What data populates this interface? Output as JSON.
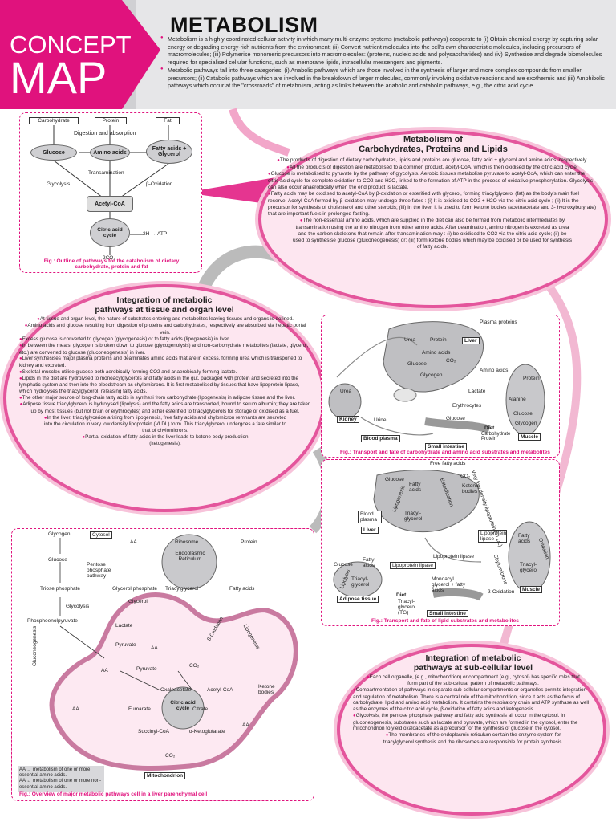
{
  "header": {
    "tag_line1": "CONCEPT",
    "tag_line2": "MAP",
    "title": "METABOLISM",
    "intro": [
      "Metabolism is a highly coordinated cellular activity in which many multi-enzyme systems (metabolic pathways) cooperate to (i) Obtain chemical energy by capturing solar energy or degrading energy-rich nutrients from the environment; (ii) Convert nutrient molecules into the cell's own characteristic molecules, including precursors of macromolecules; (iii) Polymerise monomeric precursors into macromolecules: (proteins, nucleic acids and polysaccharides) and (iv) Synthesise and degrade biomolecules required for specialised cellular functions, such as membrane lipids, intracellular messengers and pigments.",
      "Metabolic pathways fall into three categories: (i) Anabolic pathways which are those involved in the synthesis of larger and more complex compounds from smaller precursors; (ii) Catabolic pathways which are involved in the breakdown of larger molecules, commonly involving oxidative reactions and are exothermic and (iii) Amphibolic pathways which occur at the \"crossroads\" of metabolism, acting as links between the anabolic and catabolic pathways, e.g., the citric acid cycle."
    ]
  },
  "diagram1": {
    "top_boxes": [
      "Carbohydrate",
      "Protein",
      "Fat"
    ],
    "digestion": "Digestion and absorption",
    "nodes": [
      "Glucose",
      "Amino acids",
      "Fatty acids + Glycerol"
    ],
    "transamination": "Transamination",
    "glycolysis": "Glycolysis",
    "beta_ox": "β-Oxidation",
    "acetyl": "Acetyl-CoA",
    "cycle": "Citric acid cycle",
    "products": "2H → ATP",
    "co2": "2CO₂",
    "caption": "Fig.: Outline of pathways for the catabolism of dietary carbohydrate, protein and fat"
  },
  "bubble_carb": {
    "title1": "Metabolism of",
    "title2": "Carbohydrates, Proteins and Lipids",
    "points": [
      "The products of digestion of dietary carbohydrates, lipids and proteins are glucose, fatty acid + glycerol and amino acids, respectively.",
      "All the products of digestion are metabolised to a common product, acetyl-CoA, which is then oxidised by the citric acid cycle.",
      "Glucose is metabolised to pyruvate by the pathway of glycolysis. Aerobic tissues metabolise pyruvate to acetyl-CoA, which can enter the citric acid cycle for complete oxidation to CO2 and H2O, linked to the formation of ATP in the process of oxidative phosphorylation. Glycolysis can also occur anaerobically when the end product is lactate.",
      "Fatty acids may be oxidised to acetyl-CoA by β-oxidation or esterified with glycerol, forming triacylglycerol (fat) as the body's main fuel reserve. Acetyl-CoA formed by β-oxidation may undergo three fates : (i) It is oxidised to CO2 + H2O via the citric acid cycle ; (ii) It is the precursor for synthesis of cholesterol and other steroids; (iii) In the liver, it is used to form ketone bodies (acetoacetate and 3- hydroxybutyrate) that are important fuels in prolonged fasting.",
      "The non-essential amino acids, which are supplied in the diet can also be formed from metabolic intermediates by transamination using the amino nitrogen from other amino acids. After deamination, amino nitrogen is excreted as urea and the carbon skeletons that remain after transamination may : (i) be oxidised to CO2 via the citric acid cycle; (ii) be used to synthesise glucose (gluconeogenesis) or; (iii) form ketone bodies which may be oxidised or be used for synthesis of fatty acids."
    ]
  },
  "bubble_tissue": {
    "title1": "Integration of metabolic",
    "title2": "pathways at tissue and organ level",
    "points": [
      "At tissue and organ level, the nature of substrates entering and metabolites leaving tissues and organs is defined.",
      "Amino acids and glucose resulting from digestion of proteins and carbohydrates, respectively are absorbed via hepatic portal vein.",
      "Excess glucose is converted to glycogen (glycogenesis) or to fatty acids (lipogenesis) in liver.",
      "In between the meals, glycogen is broken down to glucose (glycogenolysis) and non-carbohydrate metabolites (lactate, glycerol, etc.) are converted to glucose (gluconeogenesis) in liver.",
      "Liver synthesises major plasma proteins and deaminates amino acids that are in excess, forming urea which is transported to kidney and excreted.",
      "Skeletal muscles utilise glucose both aerobically forming CO2 and anaerobically forming lactate.",
      "Lipids in the diet are hydrolysed to monoacylglycerols and fatty acids in the gut, packaged with protein and secreted into the lymphatic system and then into the bloodstream as chylomicrons. It is first metabolised by tissues that have lipoprotein lipase, which hydrolyses the triacylglycerol, releasing fatty acids.",
      "The other major source of long-chain fatty acids is synthesi from carbohydrate (lipogenesis) in adipose tissue and the liver.",
      "Adipose tissue triacylglycerol is hydrolysed (lipolysis) and the fatty acids are transported, bound to serum albumin; they are taken up by most tissues (but not brain or erythrocytes) and either esterified to triacylglycerols for storage or oxidised as a fuel.",
      "In the liver, triacylglyceride arising from lipogenesis, free fatty acids and chylomicron remnants are secreted into the circulation in very low density lipoprotein (VLDL) form. This triacylglycerol undergoes a fate similar to that of chylomicrons.",
      "Partial oxidation of fatty acids in the liver leads to ketone body production (ketogenesis)."
    ]
  },
  "diagram2": {
    "labels": {
      "plasma_proteins": "Plasma proteins",
      "liver": "Liver",
      "protein": "Protein",
      "urea": "Urea",
      "amino_acids": "Amino acids",
      "glucose": "Glucose",
      "co2": "CO₂",
      "glycogen": "Glycogen",
      "kidney": "Kidney",
      "urine": "Urine",
      "lactate": "Lactate",
      "erythrocytes": "Erythrocytes",
      "alanine": "Alanine",
      "muscle": "Muscle",
      "blood_plasma": "Blood plasma",
      "small_intestine": "Small intestine",
      "diet": "Diet",
      "diet_items": "Carbohydrate Protein"
    },
    "caption": "Fig.: Transport and fate of carbohydrate and amino acid substrates and metabolites"
  },
  "diagram3": {
    "labels": {
      "ffa": "Free fatty acids",
      "glucose": "Glucose",
      "fatty_acids": "Fatty acids",
      "co2": "CO₂",
      "ketone": "Ketone bodies",
      "triacyl": "Triacyl-glycerol",
      "blood_plasma": "Blood plasma",
      "liver": "Liver",
      "lipoprotein_lipase": "Lipoprotein lipase",
      "vldl": "Very low density lipoprotein (VLDL)",
      "adipose": "Adipose tissue",
      "muscle": "Muscle",
      "small_intestine": "Small intestine",
      "diet": "Diet",
      "diet_tg": "Triacyl-glycerol (TG)",
      "monoacyl": "Monoacyl glycerol + fatty acids",
      "chylomicrons": "Chylomicrons",
      "lipogenesis": "Lipogenesis",
      "lipolysis": "Lipolysis",
      "esterification": "Esterification",
      "oxidation": "Oxidation",
      "beta_ox": "β-Oxidation"
    },
    "caption": "Fig.: Transport and fate of lipid substrates and metabolites"
  },
  "diagram4": {
    "labels": {
      "glycogen": "Glycogen",
      "cytosol": "Cytosol",
      "glucose": "Glucose",
      "ppp": "Pentose phosphate pathway",
      "triose": "Triose phosphate",
      "glycerol_phosphate": "Glycerol phosphate",
      "glycerol": "Glycerol",
      "triacylglycerol": "Triacylglycerol",
      "fatty_acids": "Fatty acids",
      "ribosome": "Ribosome",
      "er": "Endoplasmic Reticulum",
      "protein": "Protein",
      "aa": "AA",
      "glycolysis": "Glycolysis",
      "pep": "Phosphoenolpyruvate",
      "lactate": "Lactate",
      "pyruvate": "Pyruvate",
      "gluconeogenesis": "Gluconeogenesis",
      "co2": "CO₂",
      "oxaloacetate": "Oxaloacetate",
      "acetyl": "Acetyl-CoA",
      "ketone": "Ketone bodies",
      "fumarate": "Fumarate",
      "citrate": "Citrate",
      "cycle": "Citric acid cycle",
      "succinyl": "Succinyl-CoA",
      "akg": "α-Ketoglutarate",
      "beta_ox": "β-Oxidation",
      "lipogenesis": "Lipogenesis",
      "mito": "Mitochondrion"
    },
    "legend1": "AA → metabolism of one or more essential amino acids.",
    "legend2": "AA ↔ metabolism of one or more non-essential amino acids.",
    "caption": "Fig.: Overview of major metabolic pathways cell in a liver parenchymal cell"
  },
  "bubble_cell": {
    "title1": "Integration of metabolic",
    "title2": "pathways at sub-cellular level",
    "points": [
      "Each cell organelle, (e.g., mitochondrion) or compartment (e.g., cytosol) has specific roles that form part of the sub-cellular pattern of metabolic pathways.",
      "Compartmentation of pathways in separate sub-cellular compartments or organelles permits integration and regulation of metabolism. There is a central role of the mitochondrion, since it acts as the focus of carbohydrate, lipid and amino acid metabolism. It contains the respiratory chain and ATP synthase as well as the enzymes of the citric acid cycle, β-oxidation of fatty acids and ketogenesis.",
      "Glycolysis, the pentose phosphate pathway and fatty acid synthesis all occur in the cytosol. In gluconeogenesis, substrates such as lactate and pyruvate, which are formed in the cytosol, enter the mitochondrion to yield oxaloacetate as a precursor for the synthesis of glucose in the cytosol.",
      "The membranes of the endoplasmic reticulum contain the enzyme system for triacylglycerol synthesis and the ribosomes are responsible for protein synthesis."
    ]
  }
}
